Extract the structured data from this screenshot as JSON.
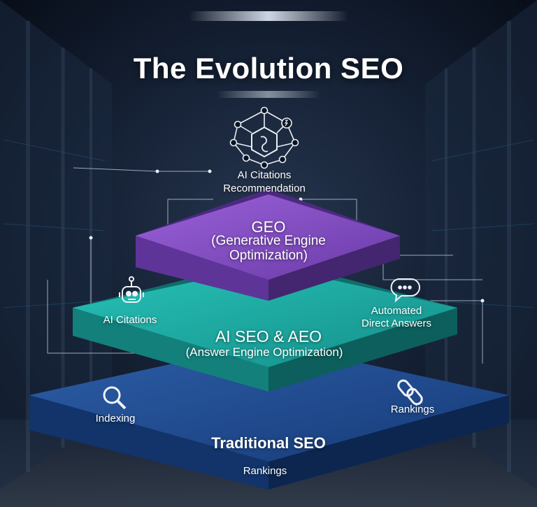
{
  "title": "The Evolution SEO",
  "top": {
    "line1": "AI Citations",
    "line2": "Recommendation"
  },
  "geo": {
    "title": "GEO",
    "sub1": "(Generative Engine",
    "sub2": "Optimization)"
  },
  "middle": {
    "title": "AI SEO & AEO",
    "subtitle": "(Answer Engine Optimization)",
    "left_label": "AI Citations",
    "right_label1": "Automated",
    "right_label2": "Direct Answers"
  },
  "base": {
    "title": "Traditional SEO",
    "left_label": "Indexing",
    "right_label": "Rankings",
    "bottom_label": "Rankings"
  },
  "colors": {
    "background": "#0b1322",
    "geo_layer": "#7b4bbd",
    "middle_layer": "#1aa39c",
    "base_layer": "#1f4a8f"
  },
  "icons": {
    "network": "ai-network-icon",
    "robot": "robot-icon",
    "chat": "chat-bubble-icon",
    "magnifier": "magnifier-icon",
    "links": "chain-link-icon"
  }
}
